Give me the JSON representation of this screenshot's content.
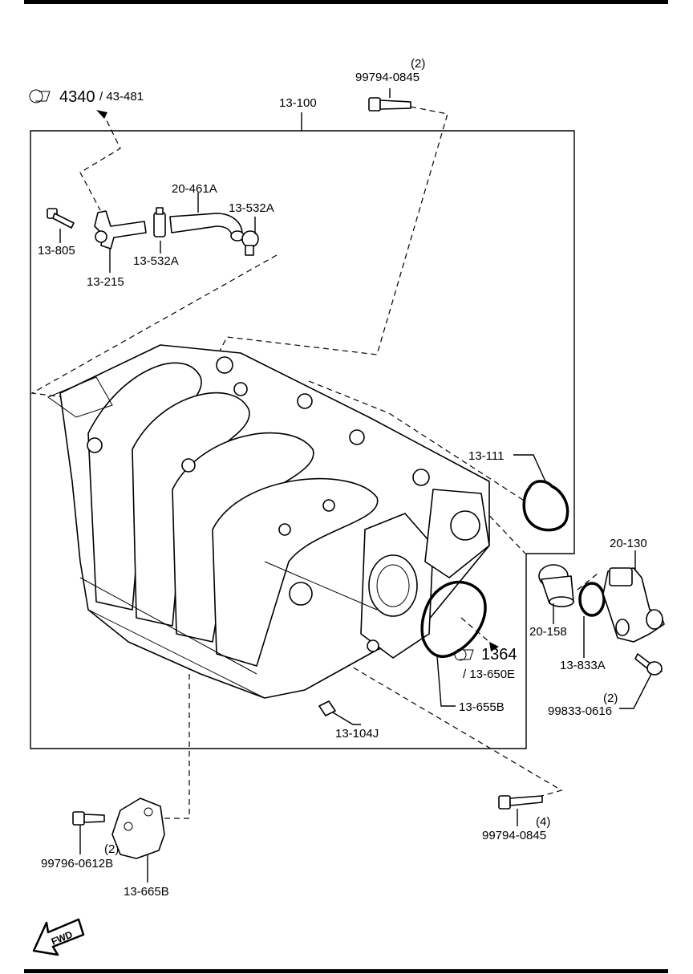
{
  "labels": {
    "main_assembly": "13-100",
    "ref_left_number": "4340",
    "ref_left_sub": "/ 43-481",
    "bolt_top_qty": "(2)",
    "bolt_top": "99794-0845",
    "hose": "20-461A",
    "clamp_right": "13-532A",
    "clamp_left": "13-532A",
    "bolt_small": "13-805",
    "pcv_fitting": "13-215",
    "gasket_right": "13-111",
    "thermostat_housing": "20-130",
    "thermostat": "20-158",
    "oring": "13-833A",
    "bolt_thermo_qty": "(2)",
    "bolt_thermo": "99833-0616",
    "ref_right_number": "1364",
    "ref_right_sub": "/ 13-650E",
    "gasket_throttle": "13-655B",
    "plug": "13-104J",
    "bolt_lower_qty": "(4)",
    "bolt_lower": "99794-0845",
    "bolt_bracket_qty": "(2)",
    "bolt_bracket": "99796-0612B",
    "bracket": "13-665B",
    "fwd": "FWD"
  },
  "icons": [
    "reference-arrow-icon",
    "fwd-arrow-icon"
  ],
  "colors": {
    "line": "#000000",
    "background": "#ffffff"
  }
}
